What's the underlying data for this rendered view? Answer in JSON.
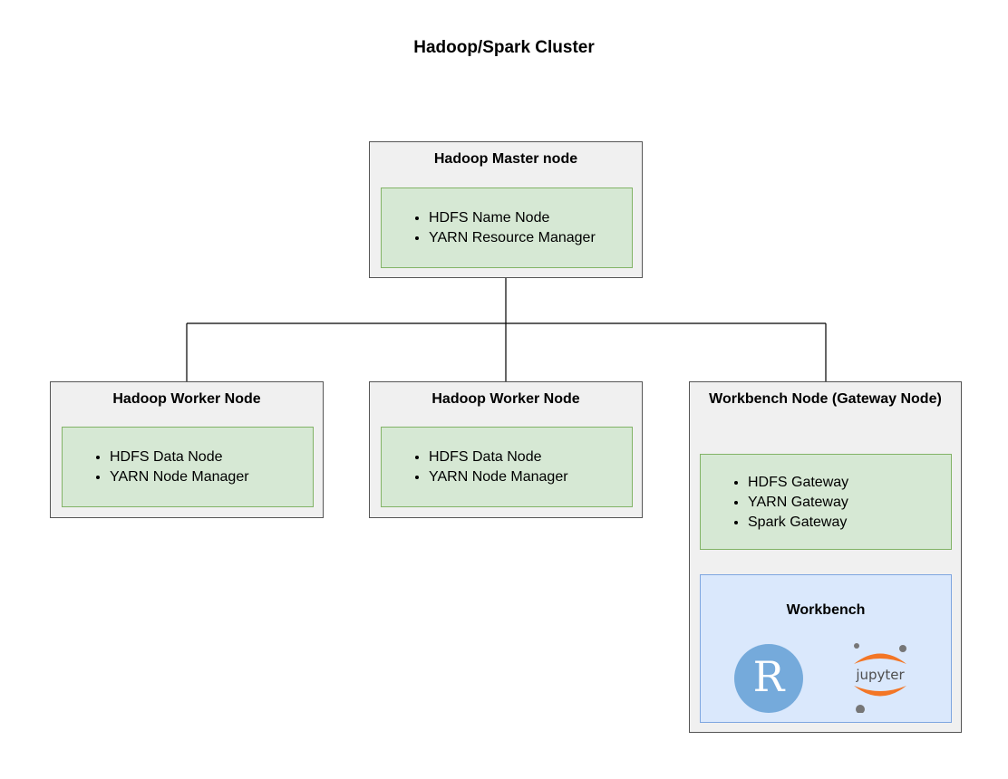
{
  "diagram": {
    "title": "Hadoop/Spark Cluster",
    "master": {
      "title": "Hadoop Master node",
      "services": [
        "HDFS Name Node",
        "YARN Resource Manager"
      ]
    },
    "workers": [
      {
        "title": "Hadoop Worker Node",
        "services": [
          "HDFS Data Node",
          "YARN Node Manager"
        ]
      },
      {
        "title": "Hadoop Worker Node",
        "services": [
          "HDFS Data Node",
          "YARN Node Manager"
        ]
      }
    ],
    "gateway": {
      "title": "Workbench Node (Gateway Node)",
      "services": [
        "HDFS Gateway",
        "YARN Gateway",
        "Spark Gateway"
      ],
      "workbench": {
        "title": "Workbench",
        "r_logo_text": "R",
        "jupyter_logo_text": "jupyter"
      }
    }
  },
  "colors": {
    "node_fill": "#f0f0f0",
    "node_border": "#555555",
    "services_fill": "#d6e8d4",
    "services_border": "#82b366",
    "workbench_fill": "#dae8fc",
    "workbench_border": "#7ea6e0",
    "r_logo": "#75aadb",
    "jupyter_orange": "#f37626",
    "jupyter_gray": "#767677"
  },
  "icons": {
    "r": "r-logo-icon",
    "jupyter": "jupyter-logo-icon"
  }
}
